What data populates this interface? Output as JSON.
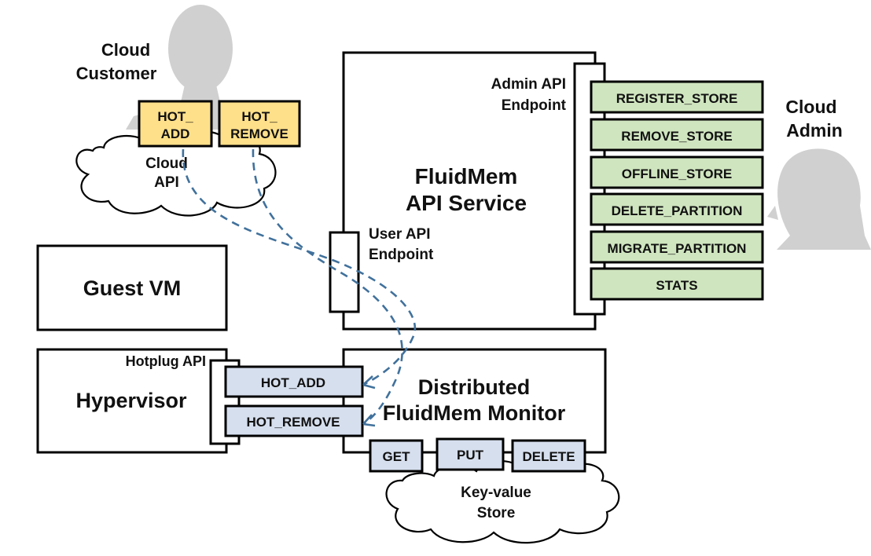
{
  "cloud_customer": {
    "label_line1": "Cloud",
    "label_line2": "Customer"
  },
  "cloud_api": {
    "label_line1": "Cloud",
    "label_line2": "API",
    "buttons": [
      {
        "line1": "HOT_",
        "line2": "ADD"
      },
      {
        "line1": "HOT_",
        "line2": "REMOVE"
      }
    ]
  },
  "cloud_admin": {
    "label_line1": "Cloud",
    "label_line2": "Admin"
  },
  "api_service": {
    "title_line1": "FluidMem",
    "title_line2": "API Service",
    "admin_endpoint_line1": "Admin API",
    "admin_endpoint_line2": "Endpoint",
    "user_endpoint_line1": "User API",
    "user_endpoint_line2": "Endpoint",
    "admin_ops": [
      "REGISTER_STORE",
      "REMOVE_STORE",
      "OFFLINE_STORE",
      "DELETE_PARTITION",
      "MIGRATE_PARTITION",
      "STATS"
    ]
  },
  "guest_vm": {
    "label": "Guest VM"
  },
  "hypervisor": {
    "label": "Hypervisor",
    "hotplug_api_label": "Hotplug API",
    "ops": [
      "HOT_ADD",
      "HOT_REMOVE"
    ]
  },
  "monitor": {
    "title_line1": "Distributed",
    "title_line2": "FluidMem  Monitor",
    "ops": [
      "GET",
      "PUT",
      "DELETE"
    ]
  },
  "kv_store": {
    "label_line1": "Key-value",
    "label_line2": "Store"
  },
  "colors": {
    "customer_buttons": "#ffe08a",
    "admin_ops": "#cfe5bf",
    "hotplug_ops": "#d6dfee",
    "flow_lines": "#41719c",
    "person_silhouette": "#d0d0d0"
  }
}
